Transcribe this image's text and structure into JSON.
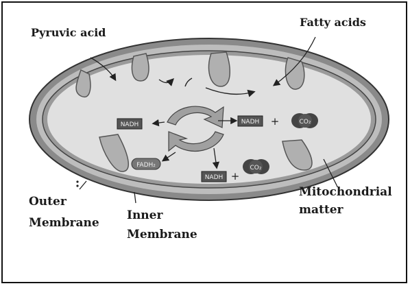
{
  "labels": {
    "pyruvic_acid": "Pyruvic acid",
    "fatty_acids": "Fatty acids",
    "outer_line1": "Outer",
    "outer_line2": "Membrane",
    "inner_line1": "Inner",
    "inner_line2": "Membrane",
    "matter_line1": "Mitochondrial",
    "matter_line2": "matter"
  },
  "molecules": {
    "nadh_1": "NADH",
    "nadh_2": "NADH",
    "nadh_3": "NADH",
    "fadh2": "FADH₂",
    "co2_1": "CO₂",
    "co2_2": "CO₂",
    "plus_1": "+",
    "plus_2": "+"
  },
  "icons": [
    "cycle-arrow-icon",
    "co2-molecule-icon"
  ],
  "colors": {
    "outer_membrane": "#7a7a7a",
    "inner_space": "#cdcdcd",
    "matrix": "#e2e2e2",
    "cristae": "#a9a9a9",
    "label_box": "#555555",
    "cycle_arrow": "#9a9a9a"
  }
}
